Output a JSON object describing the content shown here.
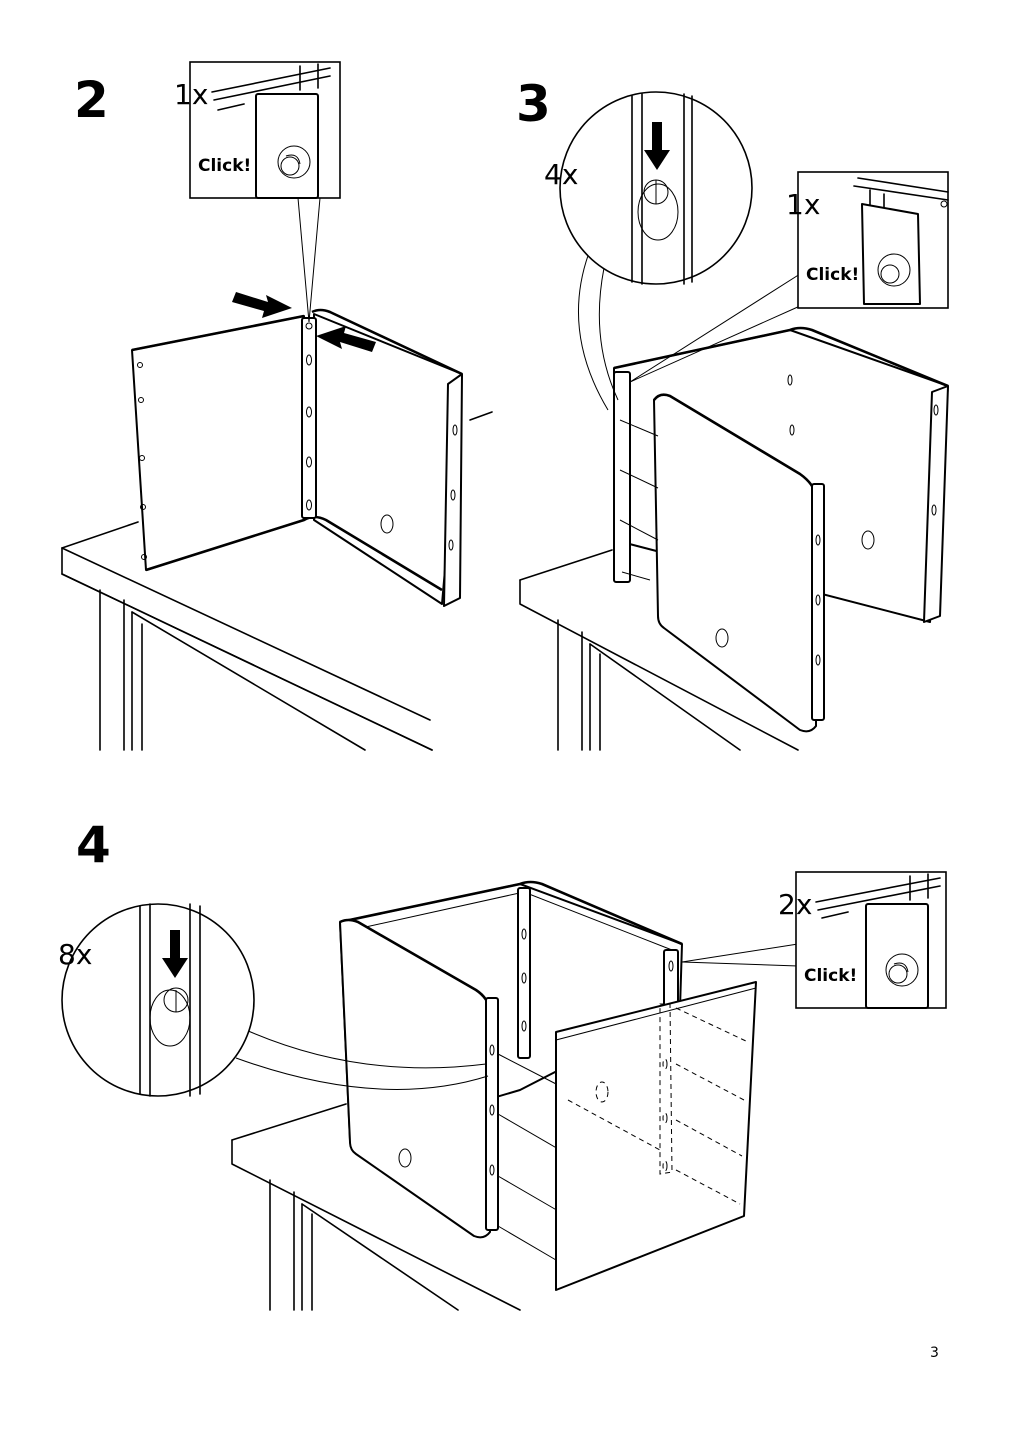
{
  "page": {
    "number": "3"
  },
  "steps": [
    {
      "number": "2",
      "quantity": "1x",
      "click_label": "Click!"
    },
    {
      "number": "3",
      "quantity_pin": "4x",
      "quantity_click": "1x",
      "click_label": "Click!"
    },
    {
      "number": "4",
      "quantity_pin": "8x",
      "quantity_click": "2x",
      "click_label": "Click!"
    }
  ]
}
